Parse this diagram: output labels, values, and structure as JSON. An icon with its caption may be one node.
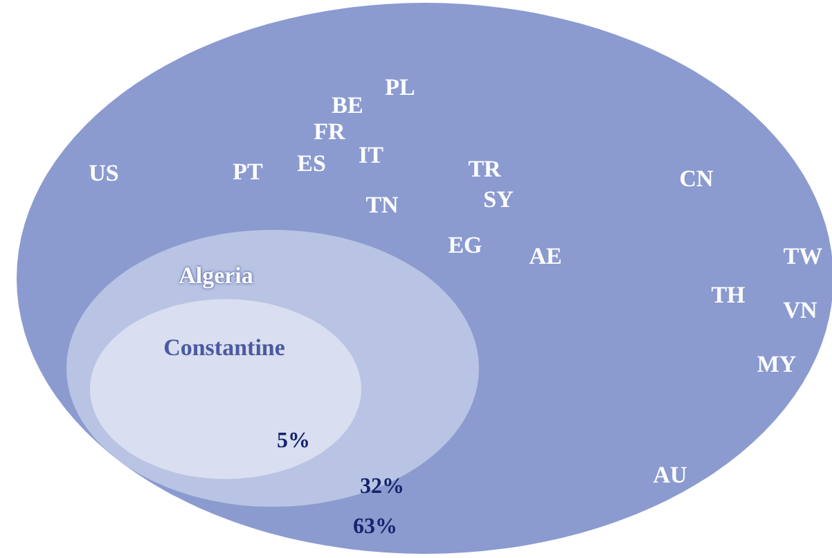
{
  "diagram": {
    "nodes": [
      {
        "text": [
          "63%"
        ]
      },
      {
        "text": [
          "Algeria",
          "32%"
        ],
        "in": 0
      },
      {
        "text": [
          "Constantine",
          "5%"
        ],
        "in": 1
      }
    ],
    "edges": [],
    "labels": [
      "PL",
      "BE",
      "FR",
      "US",
      "PT",
      "ES",
      "IT",
      "TR",
      "CN",
      "TN",
      "SY",
      "EG",
      "AE",
      "TW",
      "TH",
      "VN",
      "MY",
      "AU"
    ]
  }
}
